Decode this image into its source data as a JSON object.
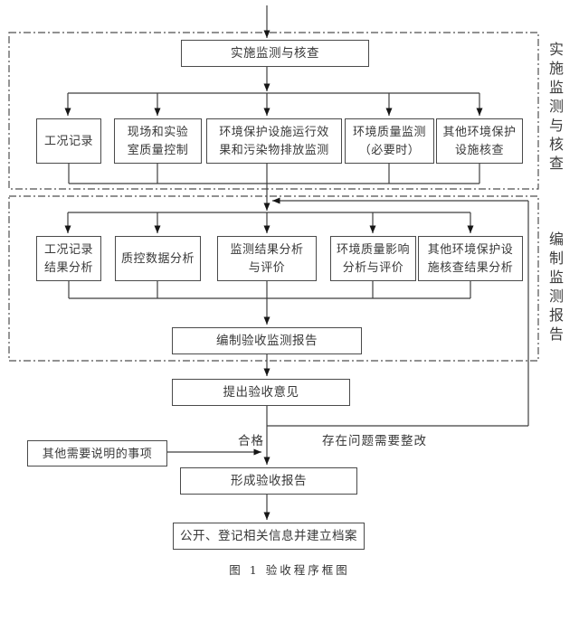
{
  "meta": {
    "background": "#ffffff",
    "line_color": "#3f3f3f",
    "text_color": "#383838"
  },
  "sections": [
    {
      "side_label": "实施监测与核查"
    },
    {
      "side_label": "编制监测报告"
    }
  ],
  "nodes": {
    "implement": "实施监测与核查",
    "condition_record": "工况记录",
    "site_lab_qc": "现场和实验\n室质量控制",
    "facility_operation_monitoring": "环境保护设施运行效\n果和污染物排放监测",
    "env_quality_monitoring": "环境质量监测\n（必要时）",
    "other_facility_check": "其他环境保护\n设施核查",
    "condition_record_analysis": "工况记录\n结果分析",
    "qc_data_analysis": "质控数据分析",
    "monitoring_result_analysis": "监测结果分析\n与评价",
    "env_quality_impact_analysis": "环境质量影响\n分析与评价",
    "other_facility_check_analysis": "其他环境保护设\n施核查结果分析",
    "compile_report": "编制验收监测报告",
    "propose_opinion": "提出验收意见",
    "other_matters": "其他需要说明的事项",
    "form_report": "形成验收报告",
    "publish_archive": "公开、登记相关信息并建立档案"
  },
  "branch_labels": {
    "pass": "合格",
    "rectify": "存在问题需要整改"
  },
  "caption": "图 1  验收程序框图"
}
